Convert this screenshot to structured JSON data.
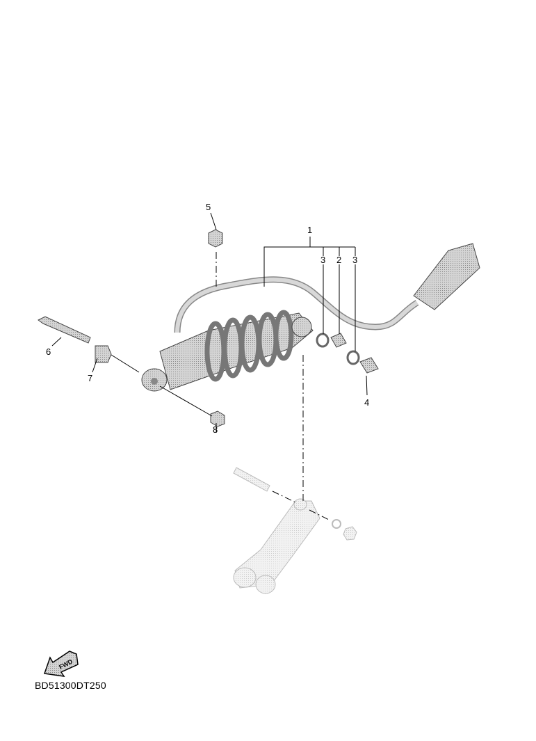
{
  "diagram": {
    "callouts": [
      {
        "id": "1",
        "text": "1"
      },
      {
        "id": "2",
        "text": "2"
      },
      {
        "id": "3a",
        "text": "3"
      },
      {
        "id": "3b",
        "text": "3"
      },
      {
        "id": "4",
        "text": "4"
      },
      {
        "id": "5",
        "text": "5"
      },
      {
        "id": "6",
        "text": "6"
      },
      {
        "id": "7",
        "text": "7"
      },
      {
        "id": "8",
        "text": "8"
      }
    ],
    "direction_arrow": {
      "text": "FWD",
      "icon": "forward-arrow-icon"
    },
    "drawing_code": "BD51300DT250"
  },
  "colors": {
    "part_fill": "#c8c8c8",
    "part_dark": "#8a8a8a",
    "ghost_part": "#ececec",
    "line": "#000000"
  }
}
